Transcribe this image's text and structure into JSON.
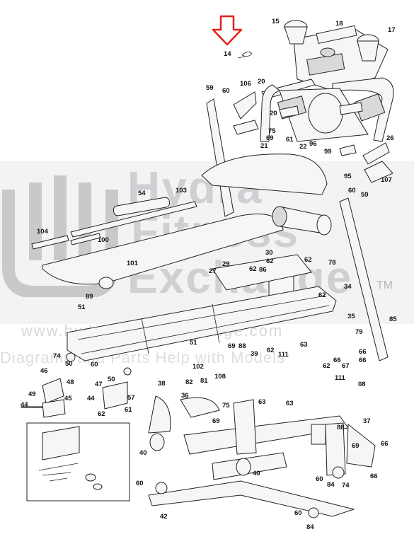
{
  "watermark": {
    "line1": "Hydra",
    "line2": "Fitness",
    "line3": "Exchange",
    "tm": "TM",
    "url": "www.hydrafitnessexchange.com",
    "subtitle": "Diagrams and Parts Help with Models"
  },
  "pointer_arrow": {
    "color": "#e2231a",
    "points_to": "14"
  },
  "labels": [
    "14",
    "15",
    "18",
    "17",
    "59",
    "60",
    "106",
    "20",
    "20",
    "75",
    "69",
    "21",
    "61",
    "96",
    "22",
    "99",
    "26",
    "95",
    "107",
    "60",
    "59",
    "54",
    "103",
    "104",
    "100",
    "30",
    "29",
    "62",
    "27",
    "62",
    "86",
    "101",
    "62",
    "78",
    "34",
    "62",
    "89",
    "51",
    "35",
    "79",
    "85",
    "51",
    "74",
    "50",
    "60",
    "69",
    "88",
    "63",
    "62",
    "111",
    "66",
    "66",
    "08",
    "102",
    "108",
    "39",
    "67",
    "62",
    "66",
    "111",
    "46",
    "48",
    "49",
    "45",
    "44",
    "47",
    "44",
    "57",
    "61",
    "62",
    "50",
    "38",
    "82",
    "81",
    "36",
    "75",
    "63",
    "63",
    "69",
    "40",
    "88",
    "69",
    "37",
    "66",
    "40",
    "60",
    "84",
    "74",
    "66",
    "60",
    "42",
    "60",
    "84"
  ],
  "icons": [
    "arrow-down-icon"
  ]
}
